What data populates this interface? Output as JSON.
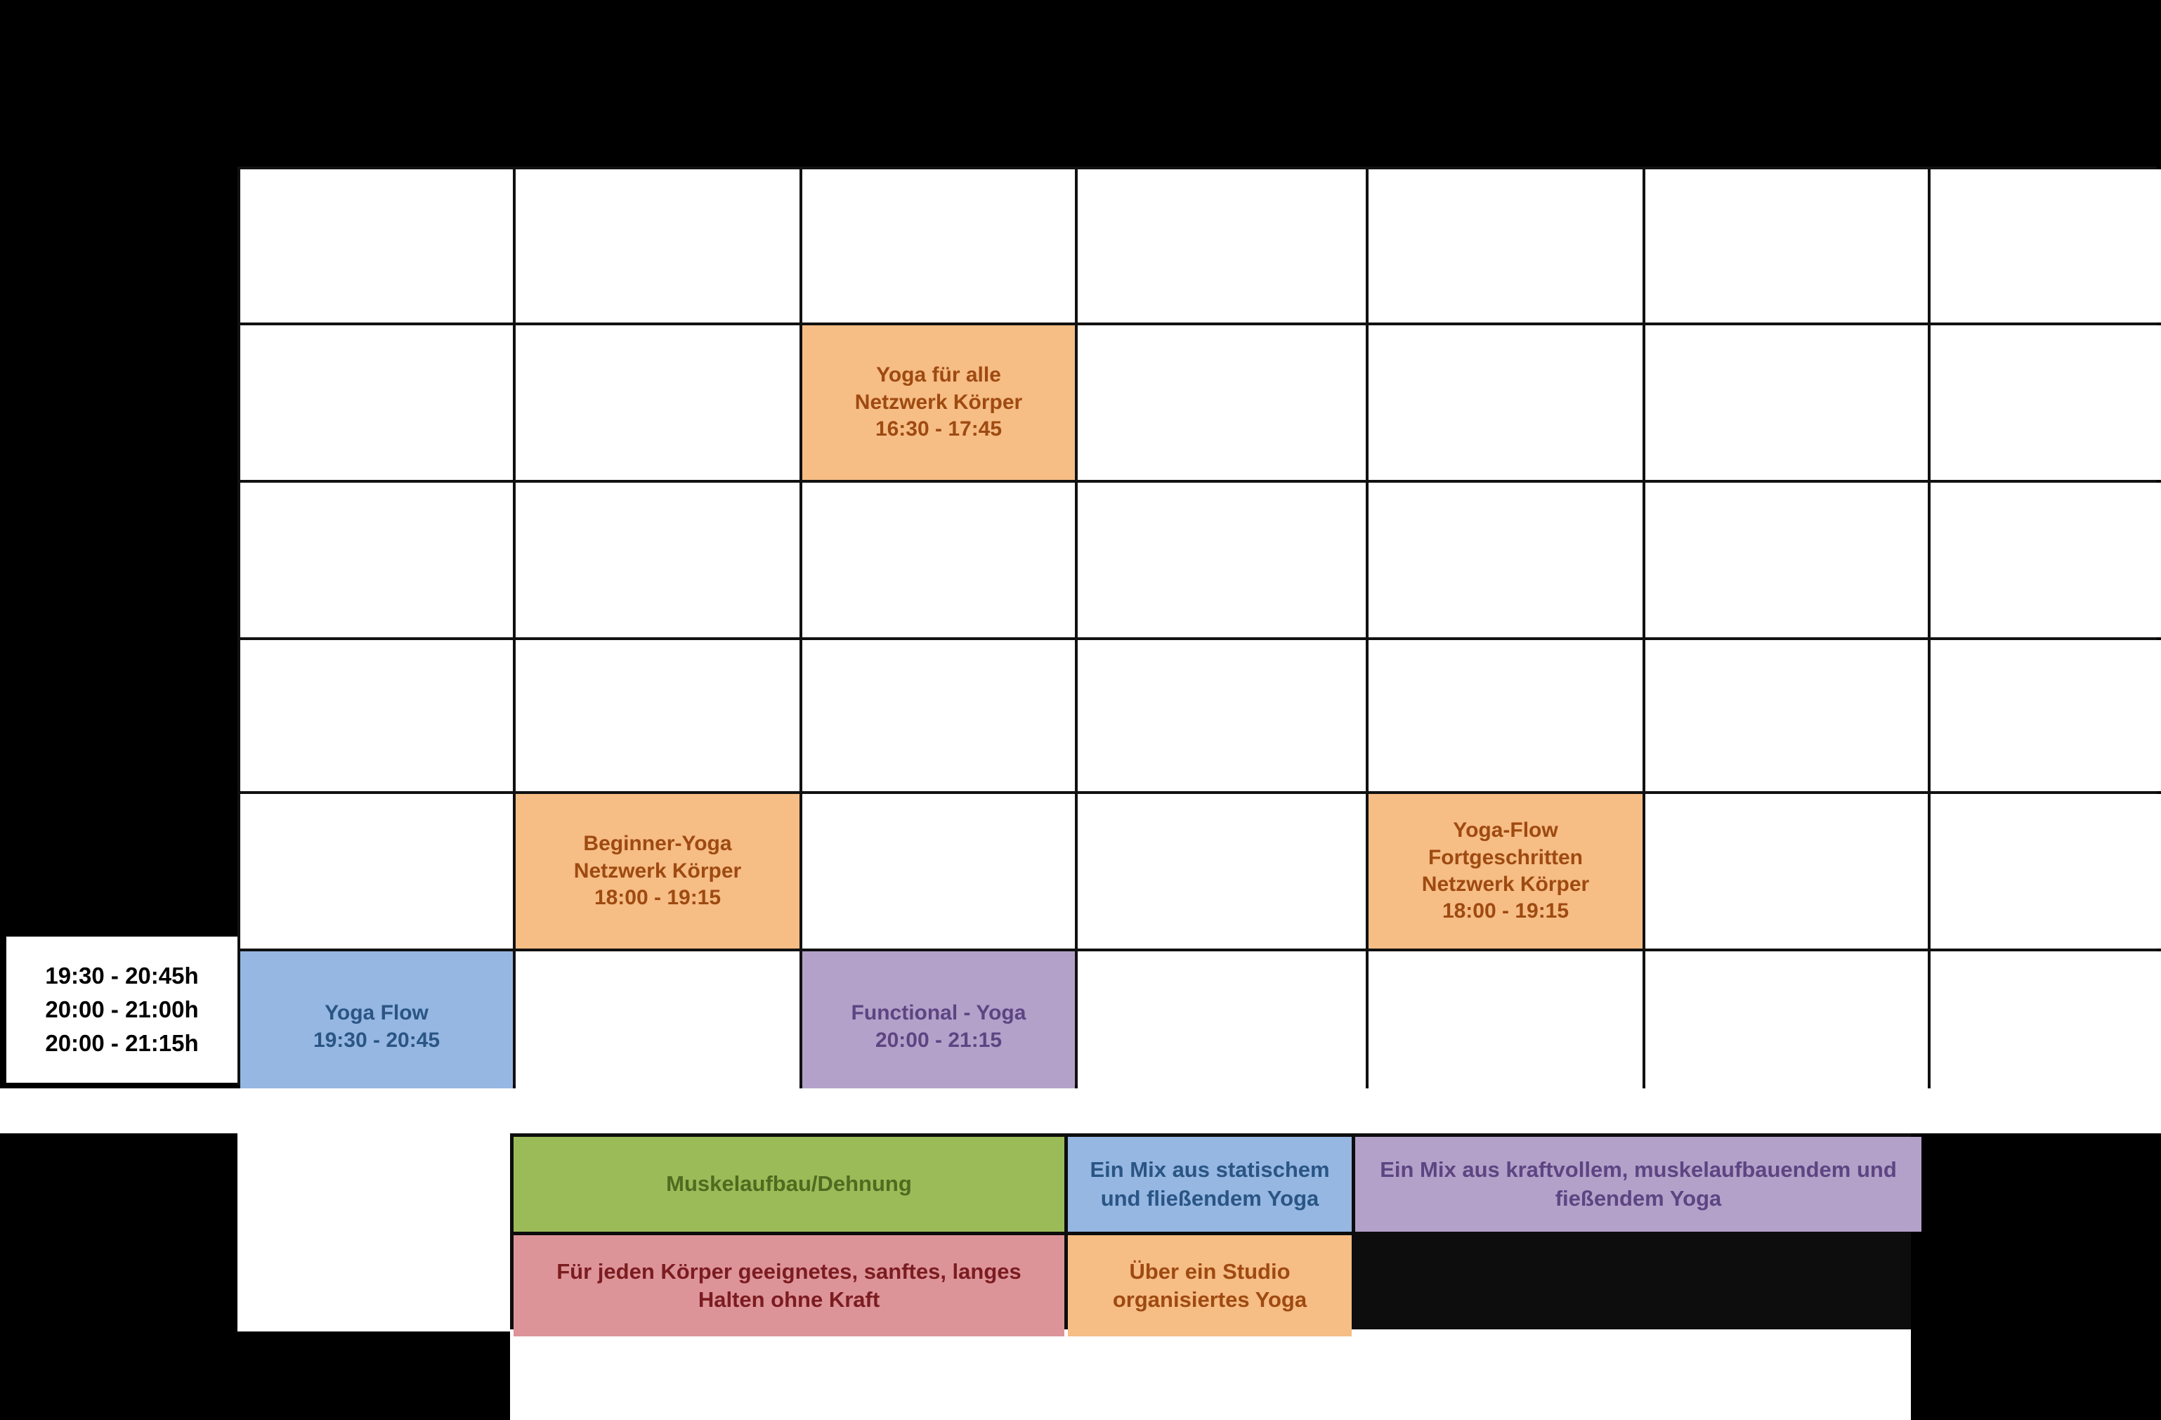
{
  "schedule": {
    "columns": 7,
    "rows": 6,
    "cells": [
      {
        "row": 2,
        "col": 3,
        "style": "orange",
        "lines": [
          "Yoga für alle",
          "Netzwerk Körper",
          "16:30 - 17:45"
        ]
      },
      {
        "row": 5,
        "col": 2,
        "style": "orange",
        "lines": [
          "Beginner-Yoga",
          "Netzwerk Körper",
          "18:00 - 19:15"
        ]
      },
      {
        "row": 5,
        "col": 5,
        "style": "orange",
        "lines": [
          "Yoga-Flow",
          "Fortgeschritten",
          "Netzwerk Körper",
          "18:00 - 19:15"
        ]
      },
      {
        "row": 6,
        "col": 1,
        "style": "blue",
        "lines": [
          "Yoga Flow",
          "19:30 - 20:45"
        ]
      },
      {
        "row": 6,
        "col": 3,
        "style": "purple",
        "lines": [
          "Functional - Yoga",
          "20:00 - 21:15"
        ]
      }
    ]
  },
  "time_label": {
    "lines": [
      "19:30 - 20:45h",
      "20:00 - 21:00h",
      "20:00 - 21:15h"
    ]
  },
  "legend": {
    "items": [
      {
        "style": "green",
        "text": "Muskelaufbau/Dehnung"
      },
      {
        "style": "blue",
        "text": "Ein Mix aus statischem und fließendem Yoga"
      },
      {
        "style": "purple",
        "text": "Ein Mix aus kraftvollem, muskelaufbauendem und fießendem Yoga"
      },
      {
        "style": "rose",
        "text": "Für jeden Körper geeignetes, sanftes, langes Halten ohne Kraft"
      },
      {
        "style": "orange",
        "text": "Über ein Studio organisiertes Yoga"
      }
    ]
  },
  "colors": {
    "orange_bg": "#f6bd85",
    "orange_fg": "#9e4a11",
    "blue_bg": "#95b7e2",
    "blue_fg": "#2a5584",
    "purple_bg": "#b3a1ca",
    "purple_fg": "#5d4582",
    "green_bg": "#9bbb59",
    "green_fg": "#4e6b1f",
    "rose_bg": "#dd9499",
    "rose_fg": "#7b1c20",
    "background": "#000000",
    "cell_bg": "#ffffff",
    "grid_line": "#000000"
  }
}
